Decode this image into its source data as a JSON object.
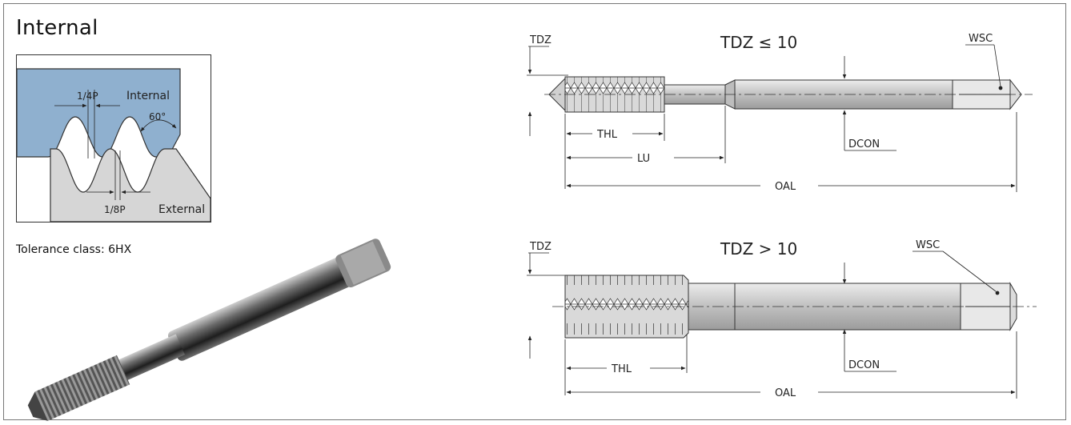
{
  "header": {
    "title": "Internal"
  },
  "tolerance": {
    "text": "Tolerance class: 6HX"
  },
  "thread_profile": {
    "label_quarter_pitch": "1/4P",
    "label_internal": "Internal",
    "label_angle": "60°",
    "label_eighth_pitch": "1/8P",
    "label_external": "External",
    "colors": {
      "internal": "#8fb0cf",
      "external": "#d6d6d6"
    }
  },
  "diagram_small": {
    "heading": "TDZ ≤ 10",
    "tdz": "TDZ",
    "wsc": "WSC",
    "thl": "THL",
    "lu": "LU",
    "dcon": "DCON",
    "oal": "OAL"
  },
  "diagram_large": {
    "heading": "TDZ > 10",
    "tdz": "TDZ",
    "wsc": "WSC",
    "thl": "THL",
    "dcon": "DCON",
    "oal": "OAL"
  }
}
